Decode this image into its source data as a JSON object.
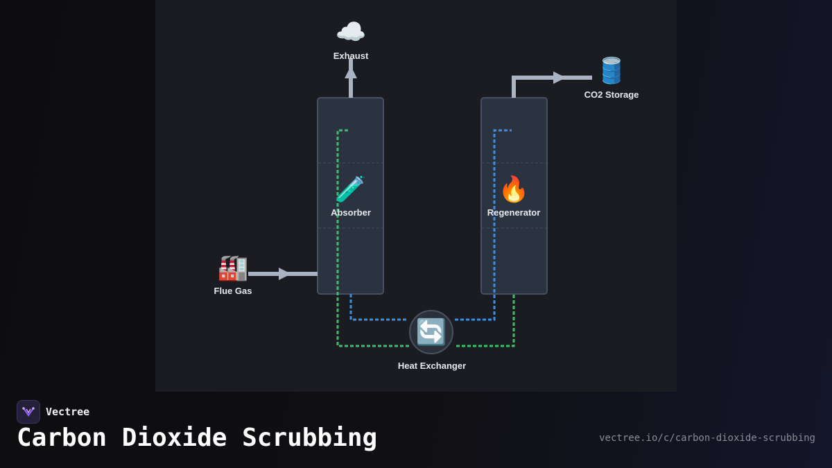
{
  "brand": {
    "name": "Vectree",
    "logo_icon": "vectree-logo-icon",
    "accent": "#9b5cf6"
  },
  "title": "Carbon Dioxide Scrubbing",
  "url": "vectree.io/c/carbon-dioxide-scrubbing",
  "nodes": {
    "exhaust": {
      "label": "Exhaust",
      "icon": "☁️",
      "icon_name": "cloud-icon"
    },
    "co2_storage": {
      "label": "CO2 Storage",
      "icon": "🛢️",
      "icon_name": "oil-drum-icon"
    },
    "absorber": {
      "label": "Absorber",
      "icon": "🧪",
      "icon_name": "test-tube-icon"
    },
    "regenerator": {
      "label": "Regenerator",
      "icon": "🔥",
      "icon_name": "fire-icon"
    },
    "flue_gas": {
      "label": "Flue Gas",
      "icon": "🏭",
      "icon_name": "factory-icon"
    },
    "heat_exchanger": {
      "label": "Heat Exchanger",
      "icon": "🔄",
      "icon_name": "cycle-arrows-icon"
    }
  },
  "colors": {
    "gas_flow": "#a9b3c4",
    "lean_solvent": "#3ebd6e",
    "rich_solvent": "#3d8fe0",
    "column_fill": "#2b3240",
    "column_border": "#465062"
  }
}
